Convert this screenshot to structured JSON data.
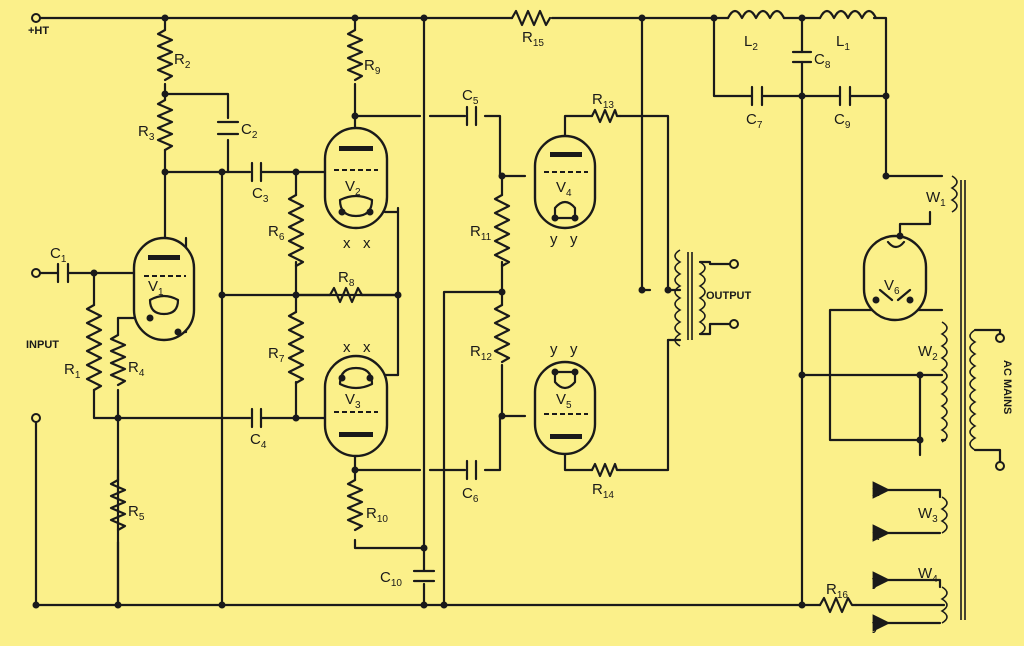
{
  "labels": {
    "ht": "+HT",
    "input": "INPUT",
    "output": "OUTPUT",
    "ac_mains": "AC MAINS",
    "heater_x": "x",
    "heater_y": "y"
  },
  "components": {
    "R1": {
      "letter": "R",
      "num": "1"
    },
    "R2": {
      "letter": "R",
      "num": "2"
    },
    "R3": {
      "letter": "R",
      "num": "3"
    },
    "R4": {
      "letter": "R",
      "num": "4"
    },
    "R5": {
      "letter": "R",
      "num": "5"
    },
    "R6": {
      "letter": "R",
      "num": "6"
    },
    "R7": {
      "letter": "R",
      "num": "7"
    },
    "R8": {
      "letter": "R",
      "num": "8"
    },
    "R9": {
      "letter": "R",
      "num": "9"
    },
    "R10": {
      "letter": "R",
      "num": "10"
    },
    "R11": {
      "letter": "R",
      "num": "11"
    },
    "R12": {
      "letter": "R",
      "num": "12"
    },
    "R13": {
      "letter": "R",
      "num": "13"
    },
    "R14": {
      "letter": "R",
      "num": "14"
    },
    "R15": {
      "letter": "R",
      "num": "15"
    },
    "R16": {
      "letter": "R",
      "num": "16"
    },
    "C1": {
      "letter": "C",
      "num": "1"
    },
    "C2": {
      "letter": "C",
      "num": "2"
    },
    "C3": {
      "letter": "C",
      "num": "3"
    },
    "C4": {
      "letter": "C",
      "num": "4"
    },
    "C5": {
      "letter": "C",
      "num": "5"
    },
    "C6": {
      "letter": "C",
      "num": "6"
    },
    "C7": {
      "letter": "C",
      "num": "7"
    },
    "C8": {
      "letter": "C",
      "num": "8"
    },
    "C9": {
      "letter": "C",
      "num": "9"
    },
    "C10": {
      "letter": "C",
      "num": "10"
    },
    "L1": {
      "letter": "L",
      "num": "1"
    },
    "L2": {
      "letter": "L",
      "num": "2"
    },
    "V1": {
      "letter": "V",
      "num": "1"
    },
    "V2": {
      "letter": "V",
      "num": "2"
    },
    "V3": {
      "letter": "V",
      "num": "3"
    },
    "V4": {
      "letter": "V",
      "num": "4"
    },
    "V5": {
      "letter": "V",
      "num": "5"
    },
    "V6": {
      "letter": "V",
      "num": "6"
    },
    "W1": {
      "letter": "W",
      "num": "1"
    },
    "W2": {
      "letter": "W",
      "num": "2"
    },
    "W3": {
      "letter": "W",
      "num": "3"
    },
    "W4": {
      "letter": "W",
      "num": "4"
    }
  },
  "colors": {
    "background": "#fbf08a",
    "ink": "#1a1a1a"
  }
}
